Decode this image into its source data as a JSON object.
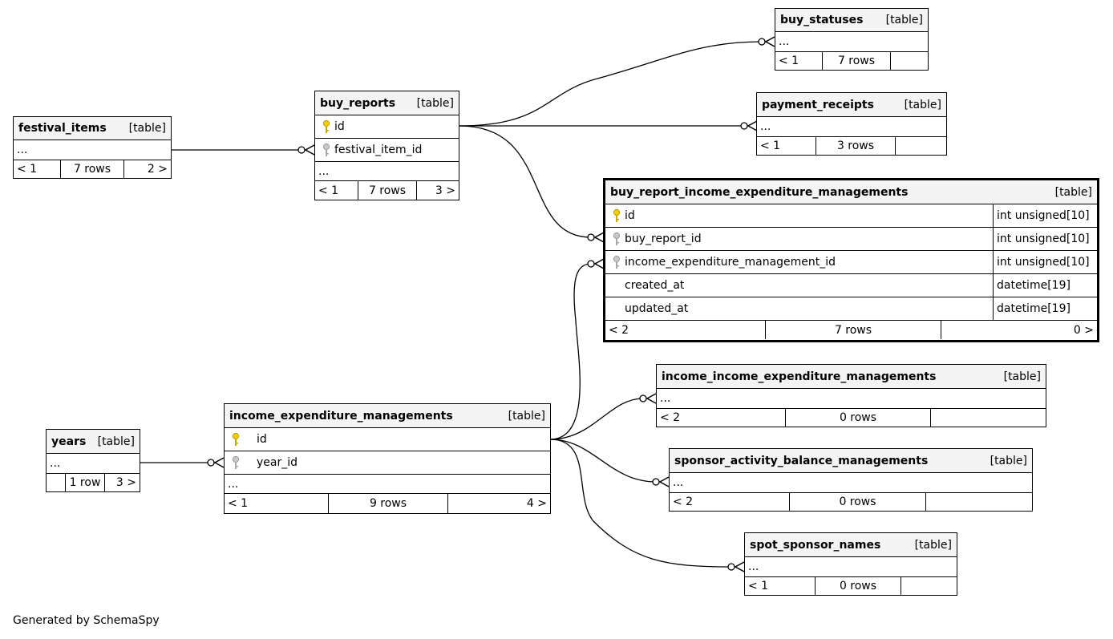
{
  "type_label": "[table]",
  "footer": "Generated by SchemaSpy",
  "tables": {
    "festival_items": {
      "name": "festival_items",
      "parents": "< 1",
      "rows": "7 rows",
      "children": "2 >"
    },
    "buy_reports": {
      "name": "buy_reports",
      "columns": [
        "id",
        "festival_item_id"
      ],
      "parents": "< 1",
      "rows": "7 rows",
      "children": "3 >"
    },
    "buy_statuses": {
      "name": "buy_statuses",
      "parents": "< 1",
      "rows": "7 rows",
      "children": ""
    },
    "payment_receipts": {
      "name": "payment_receipts",
      "parents": "< 1",
      "rows": "3 rows",
      "children": ""
    },
    "bri": {
      "name": "buy_report_income_expenditure_managements",
      "columns": [
        {
          "name": "id",
          "type": "int unsigned[10]"
        },
        {
          "name": "buy_report_id",
          "type": "int unsigned[10]"
        },
        {
          "name": "income_expenditure_management_id",
          "type": "int unsigned[10]"
        },
        {
          "name": "created_at",
          "type": "datetime[19]"
        },
        {
          "name": "updated_at",
          "type": "datetime[19]"
        }
      ],
      "parents": "< 2",
      "rows": "7 rows",
      "children": "0 >"
    },
    "income_income": {
      "name": "income_income_expenditure_managements",
      "parents": "< 2",
      "rows": "0 rows",
      "children": ""
    },
    "iem": {
      "name": "income_expenditure_managements",
      "columns": [
        "id",
        "year_id"
      ],
      "parents": "< 1",
      "rows": "9 rows",
      "children": "4 >"
    },
    "years": {
      "name": "years",
      "parents": "",
      "rows": "1 row",
      "children": "3 >"
    },
    "sponsor": {
      "name": "sponsor_activity_balance_managements",
      "parents": "< 2",
      "rows": "0 rows",
      "children": ""
    },
    "spot": {
      "name": "spot_sponsor_names",
      "parents": "< 1",
      "rows": "0 rows",
      "children": ""
    }
  },
  "ellipsis": "..."
}
